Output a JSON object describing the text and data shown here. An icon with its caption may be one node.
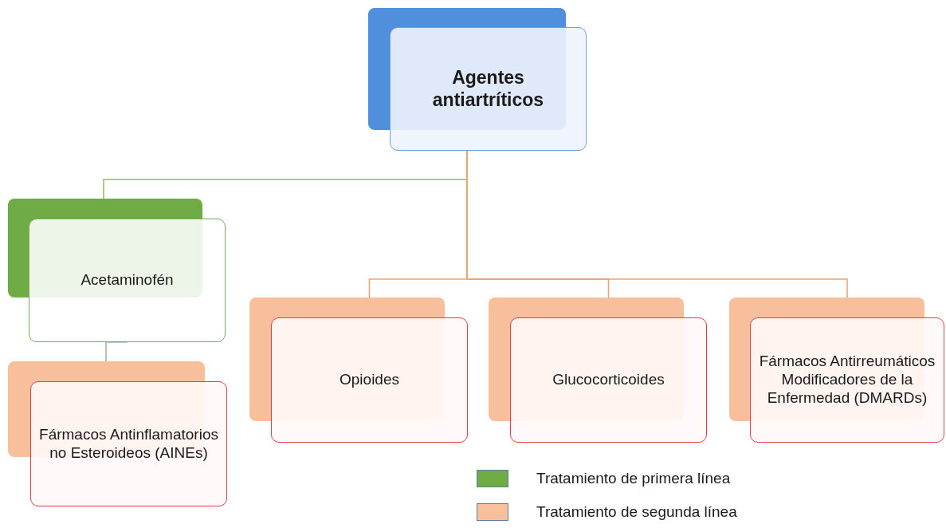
{
  "diagram": {
    "nodes": [
      {
        "text": [
          "Agentes antiartríticos"
        ]
      },
      {
        "text": [
          "Acetaminofén"
        ]
      },
      {
        "text": [
          "Fármacos Antinflamatorios no Esteroideos (AINEs)"
        ]
      },
      {
        "text": [
          "Opioides"
        ]
      },
      {
        "text": [
          "Glucocorticoides"
        ]
      },
      {
        "text": [
          "Fármacos Antirreumáticos Modificadores de la Enfermedad (DMARDs)"
        ]
      }
    ],
    "edges": [
      {
        "from": 0,
        "to": 1,
        "arrow": "none",
        "color": "#8cbd5c"
      },
      {
        "from": 0,
        "to": 3,
        "arrow": "none"
      },
      {
        "from": 0,
        "to": 4,
        "arrow": "none"
      },
      {
        "from": 0,
        "to": 5,
        "arrow": "none"
      },
      {
        "from": 1,
        "to": 2,
        "arrow": "none",
        "color": "#9fb59a"
      }
    ],
    "legend": [
      {
        "text": "Tratamiento de primera línea",
        "color": "#6fac46"
      },
      {
        "text": "Tratamiento de segunda línea",
        "color": "#f8bf9c"
      }
    ]
  }
}
